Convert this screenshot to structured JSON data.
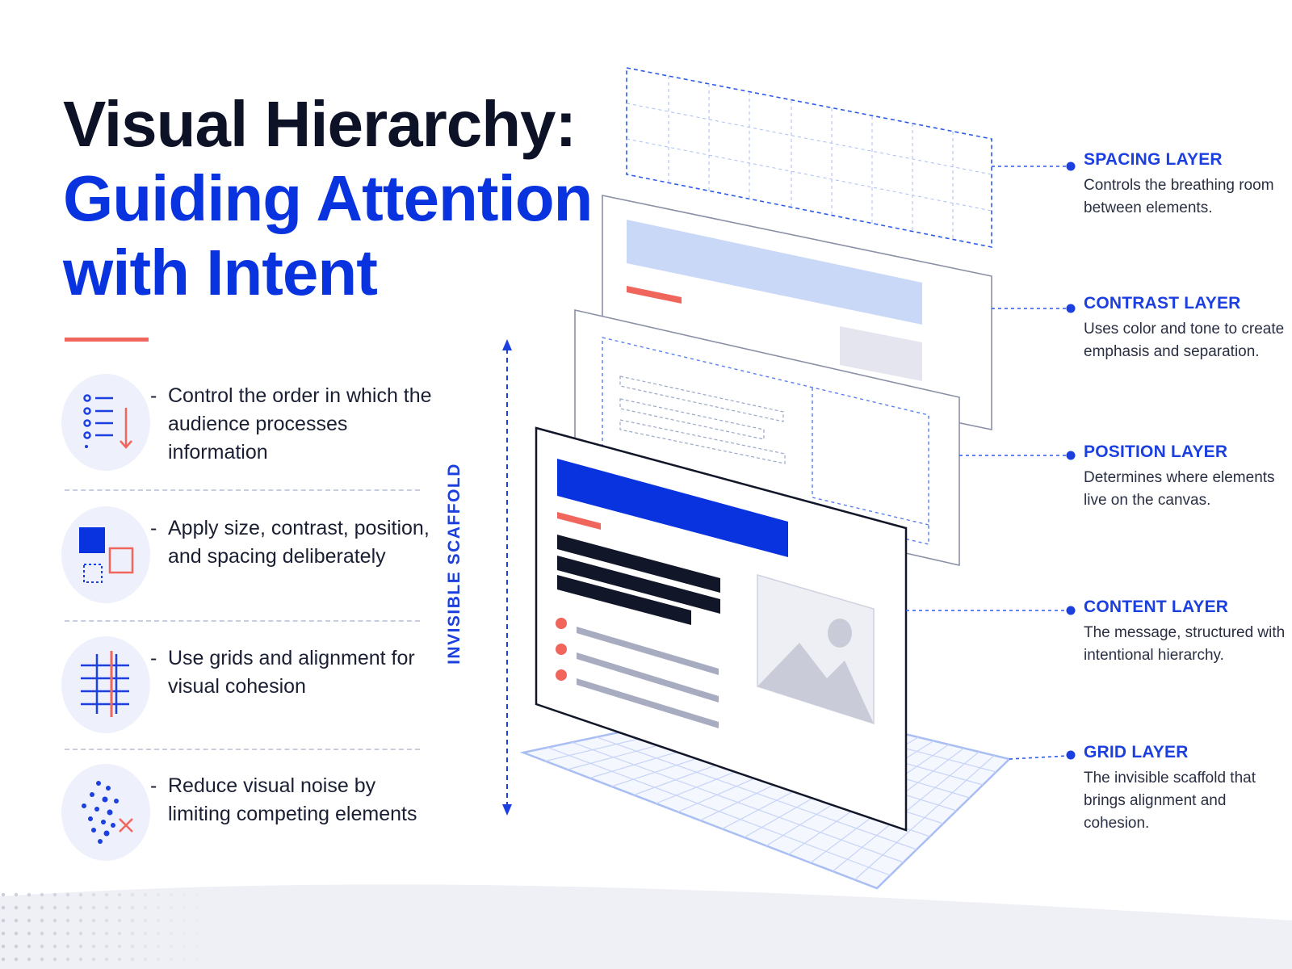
{
  "title": {
    "line1": "Visual Hierarchy:",
    "line2": "Guiding Attention",
    "line3": "with Intent"
  },
  "bullets": [
    {
      "text": "Control the order in which the audience processes information",
      "icon": "ordered-list-arrow-icon"
    },
    {
      "text": "Apply size, contrast, position, and spacing deliberately",
      "icon": "size-contrast-squares-icon"
    },
    {
      "text": "Use grids and alignment for visual cohesion",
      "icon": "grid-alignment-icon"
    },
    {
      "text": "Reduce visual noise by limiting competing elements",
      "icon": "scattered-dots-x-icon"
    }
  ],
  "scaffold_label": "INVISIBLE SCAFFOLD",
  "layers": [
    {
      "title": "SPACING LAYER",
      "description": "Controls the breathing room between elements."
    },
    {
      "title": "CONTRAST LAYER",
      "description": "Uses color and tone to create emphasis and separation."
    },
    {
      "title": "POSITION LAYER",
      "description": "Determines where elements live on the canvas."
    },
    {
      "title": "CONTENT LAYER",
      "description": "The message, structured with intentional hierarchy."
    },
    {
      "title": "GRID LAYER",
      "description": "The invisible scaffold that brings alignment and cohesion."
    }
  ],
  "colors": {
    "brand_blue": "#0a33e0",
    "accent_red": "#f0665c",
    "dark_text": "#0d1226",
    "light_blue": "#cdd9fb"
  }
}
